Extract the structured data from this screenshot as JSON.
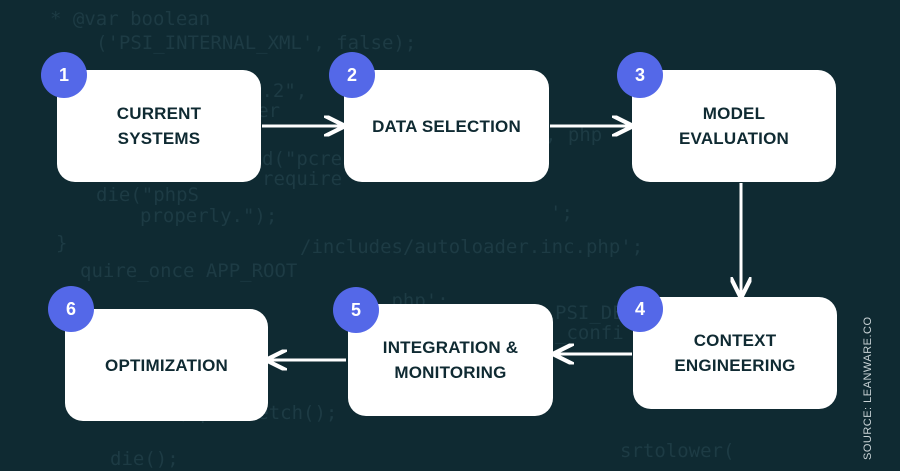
{
  "colors": {
    "background": "#0f2a32",
    "box": "#ffffff",
    "badge": "#5468e8",
    "text": "#0f2a32",
    "arrow": "#ffffff"
  },
  "steps": [
    {
      "number": "1",
      "label": "CURRENT\nSYSTEMS"
    },
    {
      "number": "2",
      "label": "DATA SELECTION"
    },
    {
      "number": "3",
      "label": "MODEL\nEVALUATION"
    },
    {
      "number": "4",
      "label": "CONTEXT\nENGINEERING"
    },
    {
      "number": "5",
      "label": "INTEGRATION &\nMONITORING"
    },
    {
      "number": "6",
      "label": "OPTIMIZATION"
    }
  ],
  "source": "SOURCE: LEANWARE.CO"
}
